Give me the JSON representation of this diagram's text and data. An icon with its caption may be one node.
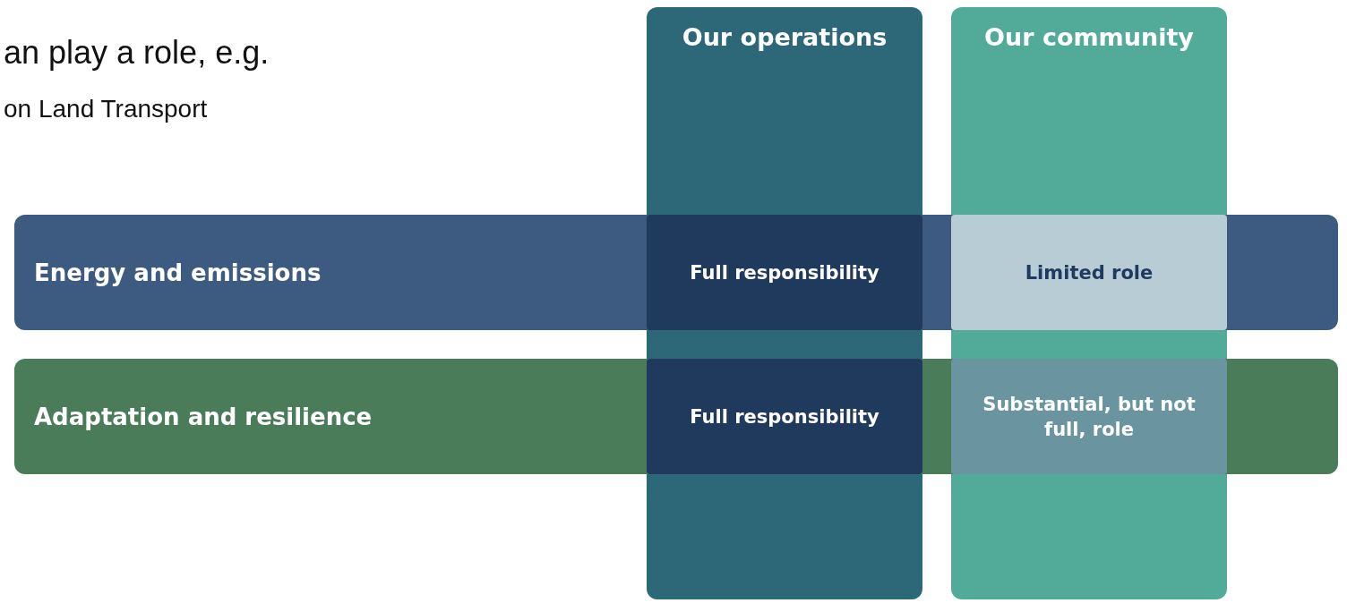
{
  "diagram": {
    "nodes": [
      {
        "text": [
          "Our operations"
        ]
      },
      {
        "text": [
          "Our community"
        ]
      },
      {
        "text": [
          "Energy and emissions"
        ]
      },
      {
        "text": [
          "Adaptation and resilience"
        ]
      },
      {
        "text": [
          "Full responsibility"
        ]
      },
      {
        "text": [
          "Limited role"
        ]
      },
      {
        "text": [
          "Full responsibility"
        ]
      },
      {
        "text": [
          "Substantial, but not full, role"
        ]
      }
    ],
    "labels": [
      "an play a role, e.g.",
      "on Land Transport"
    ]
  }
}
